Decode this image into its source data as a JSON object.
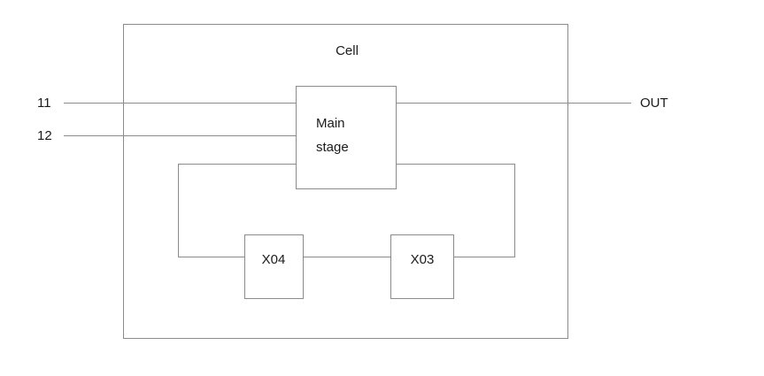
{
  "diagram": {
    "title": "Cell",
    "container": {
      "label": "Cell",
      "name": "cell-boundary"
    },
    "blocks": [
      {
        "id": "main-stage",
        "label_line1": "Main",
        "label_line2": "stage",
        "label": "Main stage"
      },
      {
        "id": "x04",
        "label": "X04"
      },
      {
        "id": "x03",
        "label": "X03"
      }
    ],
    "ports": [
      {
        "id": "in1",
        "label": "11",
        "kind": "input"
      },
      {
        "id": "in2",
        "label": "12",
        "kind": "input"
      },
      {
        "id": "out",
        "label": "OUT",
        "kind": "output"
      }
    ],
    "colors": {
      "stroke": "#8a8a8a",
      "text": "#1a1a1a",
      "background": "#ffffff"
    }
  }
}
